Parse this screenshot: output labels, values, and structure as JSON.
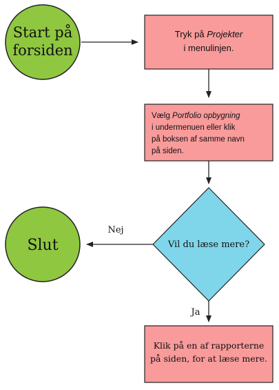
{
  "colors": {
    "start_fill": "#8fc740",
    "end_fill": "#8fc740",
    "step_fill": "#f99b9b",
    "decision_fill": "#7fd6ea",
    "border": "#222222"
  },
  "nodes": {
    "start": {
      "line1": "Start på",
      "line2": "forsiden"
    },
    "step1": {
      "prefix": "Tryk på ",
      "italic": "Projekter",
      "line2": "i menulinjen."
    },
    "step2": {
      "prefix": "Vælg ",
      "italic": "Portfolio opbygning",
      "line2": "i undermenuen eller klik",
      "line3": "på boksen af samme navn",
      "line4": "på siden."
    },
    "decision": {
      "label": "Vil du læse mere?"
    },
    "end": {
      "label": "Slut"
    },
    "step3": {
      "line1": "Klik på en af rapporterne",
      "line2": "på siden, for at læse mere."
    }
  },
  "edges": {
    "no_label": "Nej",
    "yes_label": "Ja"
  }
}
